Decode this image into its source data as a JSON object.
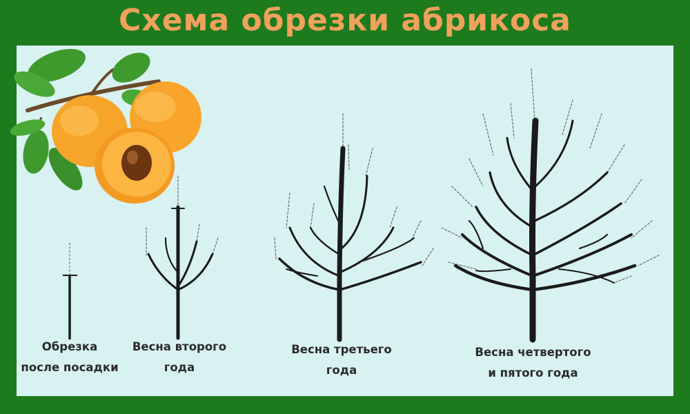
{
  "title": "Схема обрезки абрикоса",
  "colors": {
    "frame": "#1d7a1d",
    "panel": "#d8f2f1",
    "title": "#f0a25c",
    "branch": "#1a1a1a",
    "fruit": "#f7a52a",
    "leaf": "#3f9a2d"
  },
  "stages": [
    {
      "line1": "Обрезка",
      "line2": "после посадки"
    },
    {
      "line1": "Весна второго",
      "line2": "года"
    },
    {
      "line1": "Весна третьего",
      "line2": "года"
    },
    {
      "line1": "Весна четвертого",
      "line2": "и пятого года"
    }
  ]
}
